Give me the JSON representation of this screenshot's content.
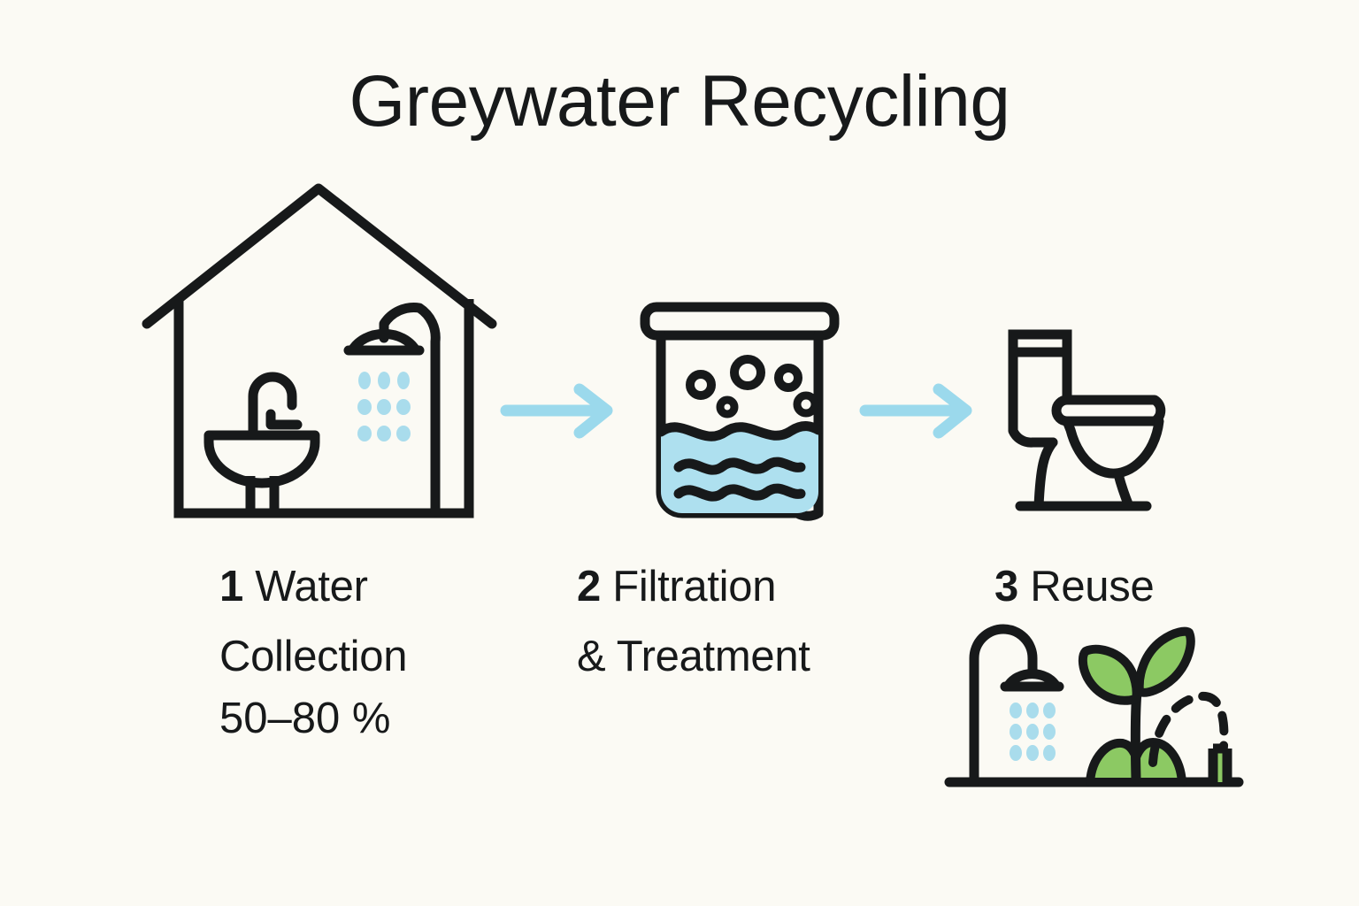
{
  "page": {
    "title": "Greywater Recycling",
    "background_color": "#FBFAF4",
    "ink_color": "#17191A",
    "water_color": "#AEE0EF",
    "droplet_color": "#A9DCEC",
    "arrow_color": "#9BD9EC",
    "plant_color": "#8CC963"
  },
  "steps": [
    {
      "number": "1",
      "label": " Water\nCollection",
      "stat": "50–80 %",
      "icon": "house-with-sink-and-shower-icon"
    },
    {
      "number": "2",
      "label": " Filtration\n& Treatment",
      "stat": "",
      "icon": "filtration-tank-icon"
    },
    {
      "number": "3",
      "label": " Reuse",
      "stat": "",
      "icon": "toilet-icon",
      "secondary_icon": "garden-irrigation-icon"
    }
  ],
  "connectors": [
    {
      "name": "arrow-step1-to-step2",
      "direction": "right"
    },
    {
      "name": "arrow-step2-to-step3",
      "direction": "right"
    }
  ]
}
